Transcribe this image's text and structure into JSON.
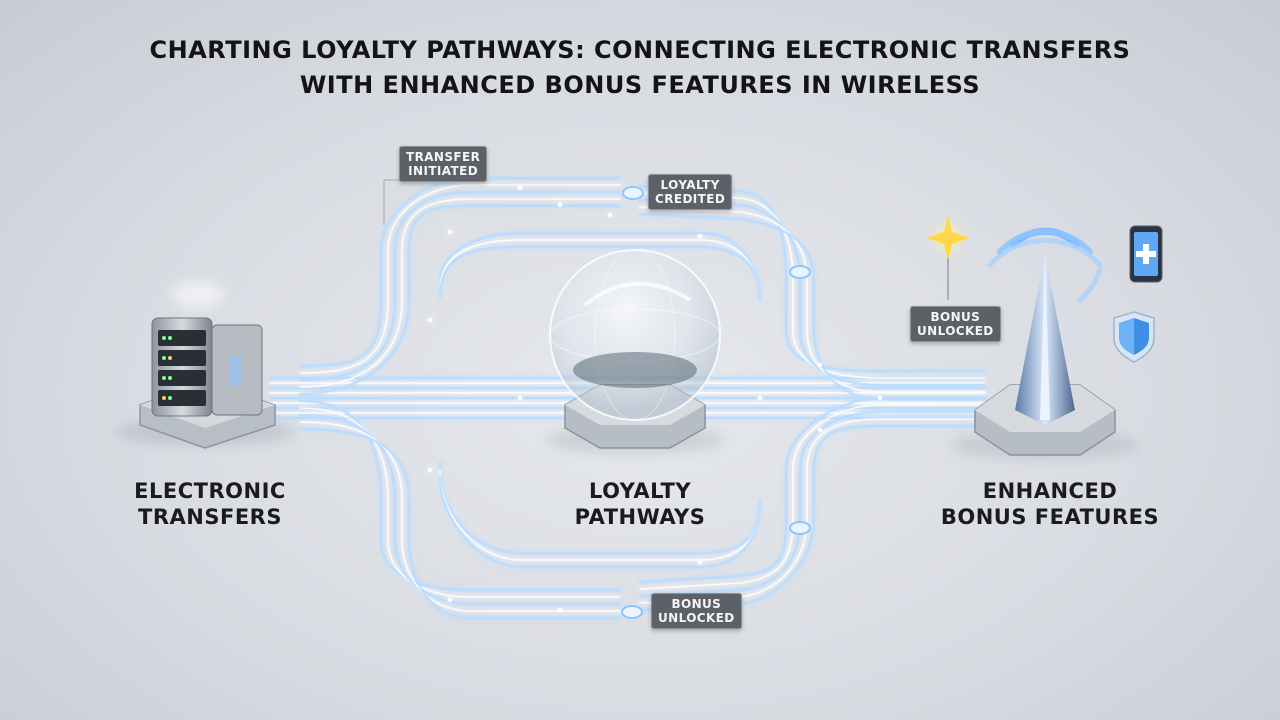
{
  "title": {
    "line1": "CHARTING LOYALTY PATHWAYS: CONNECTING ELECTRONIC TRANSFERS",
    "line2": "WITH ENHANCED BONUS FEATURES IN WIRELESS"
  },
  "nodes": {
    "left": {
      "line1": "ELECTRONIC",
      "line2": "TRANSFERS"
    },
    "center": {
      "line1": "LOYALTY",
      "line2": "PATHWAYS"
    },
    "right": {
      "line1": "ENHANCED",
      "line2": "BONUS FEATURES"
    }
  },
  "tags": {
    "transfer_initiated": {
      "line1": "TRANSFER",
      "line2": "INITIATED"
    },
    "loyalty_credited": {
      "line1": "LOYALTY",
      "line2": "CREDITED"
    },
    "bonus_unlocked_right": {
      "line1": "BONUS",
      "line2": "UNLOCKED"
    },
    "bonus_unlocked_bottom": {
      "line1": "BONUS",
      "line2": "UNLOCKED"
    }
  },
  "icons": [
    "server-icon",
    "glass-sphere-icon",
    "wireless-tower-icon",
    "sparkle-icon",
    "tablet-plus-icon",
    "shield-icon"
  ],
  "colors": {
    "accent": "#8fc4ff",
    "path": "#b9dcff",
    "tag_bg": "#5d6066"
  }
}
